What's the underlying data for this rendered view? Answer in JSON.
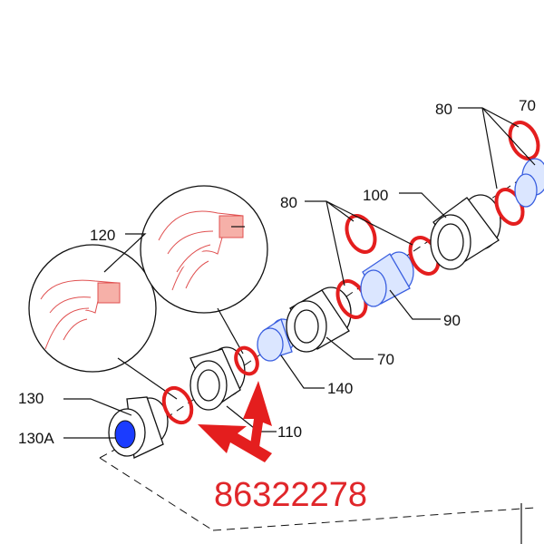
{
  "labels": {
    "o_rings_top": "80",
    "part_70_top": "70",
    "sleeve_100": "100",
    "o_rings_mid": "80",
    "seal_120": "120",
    "part_90": "90",
    "part_70": "70",
    "bearing_140": "140",
    "part_130": "130",
    "part_130a": "130A",
    "part_110": "110"
  },
  "part_number": "86322278",
  "colors": {
    "highlight": "#e41e1e",
    "blue_part": "#3a5fe0"
  }
}
